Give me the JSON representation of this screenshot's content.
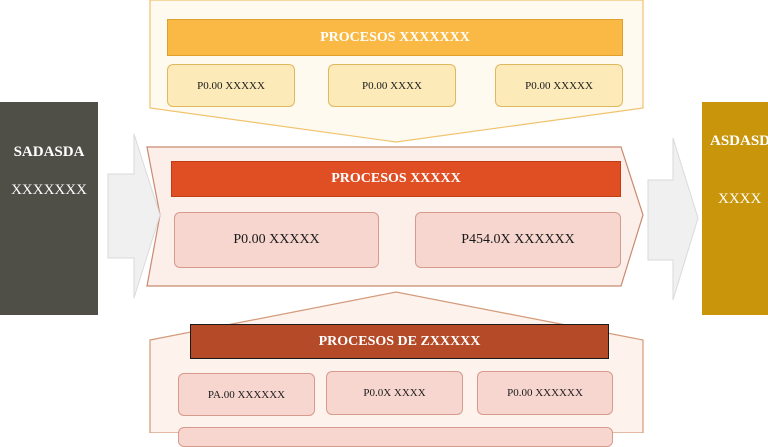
{
  "left_panel": {
    "title": "SADASDA",
    "subtitle": "XXXXXXX"
  },
  "right_panel": {
    "title": "ASDASD",
    "subtitle": "XXXX"
  },
  "top_group": {
    "header": "PROCESOS XXXXXXX",
    "items": [
      "P0.00 XXXXX",
      "P0.00 XXXX",
      "P0.00 XXXXX"
    ]
  },
  "middle_group": {
    "header": "PROCESOS XXXXX",
    "items": [
      "P0.00 XXXXX",
      "P454.0X XXXXXX"
    ]
  },
  "bottom_group": {
    "header": "PROCESOS DE ZXXXXX",
    "items": [
      "PA.00 XXXXXX",
      "P0.0X XXXX",
      "P0.00 XXXXXX"
    ]
  },
  "colors": {
    "left_panel": "#4f4f47",
    "right_panel": "#c9960b",
    "top_header": "#f9b944",
    "middle_header": "#e04e24",
    "bottom_header": "#b44a27"
  }
}
